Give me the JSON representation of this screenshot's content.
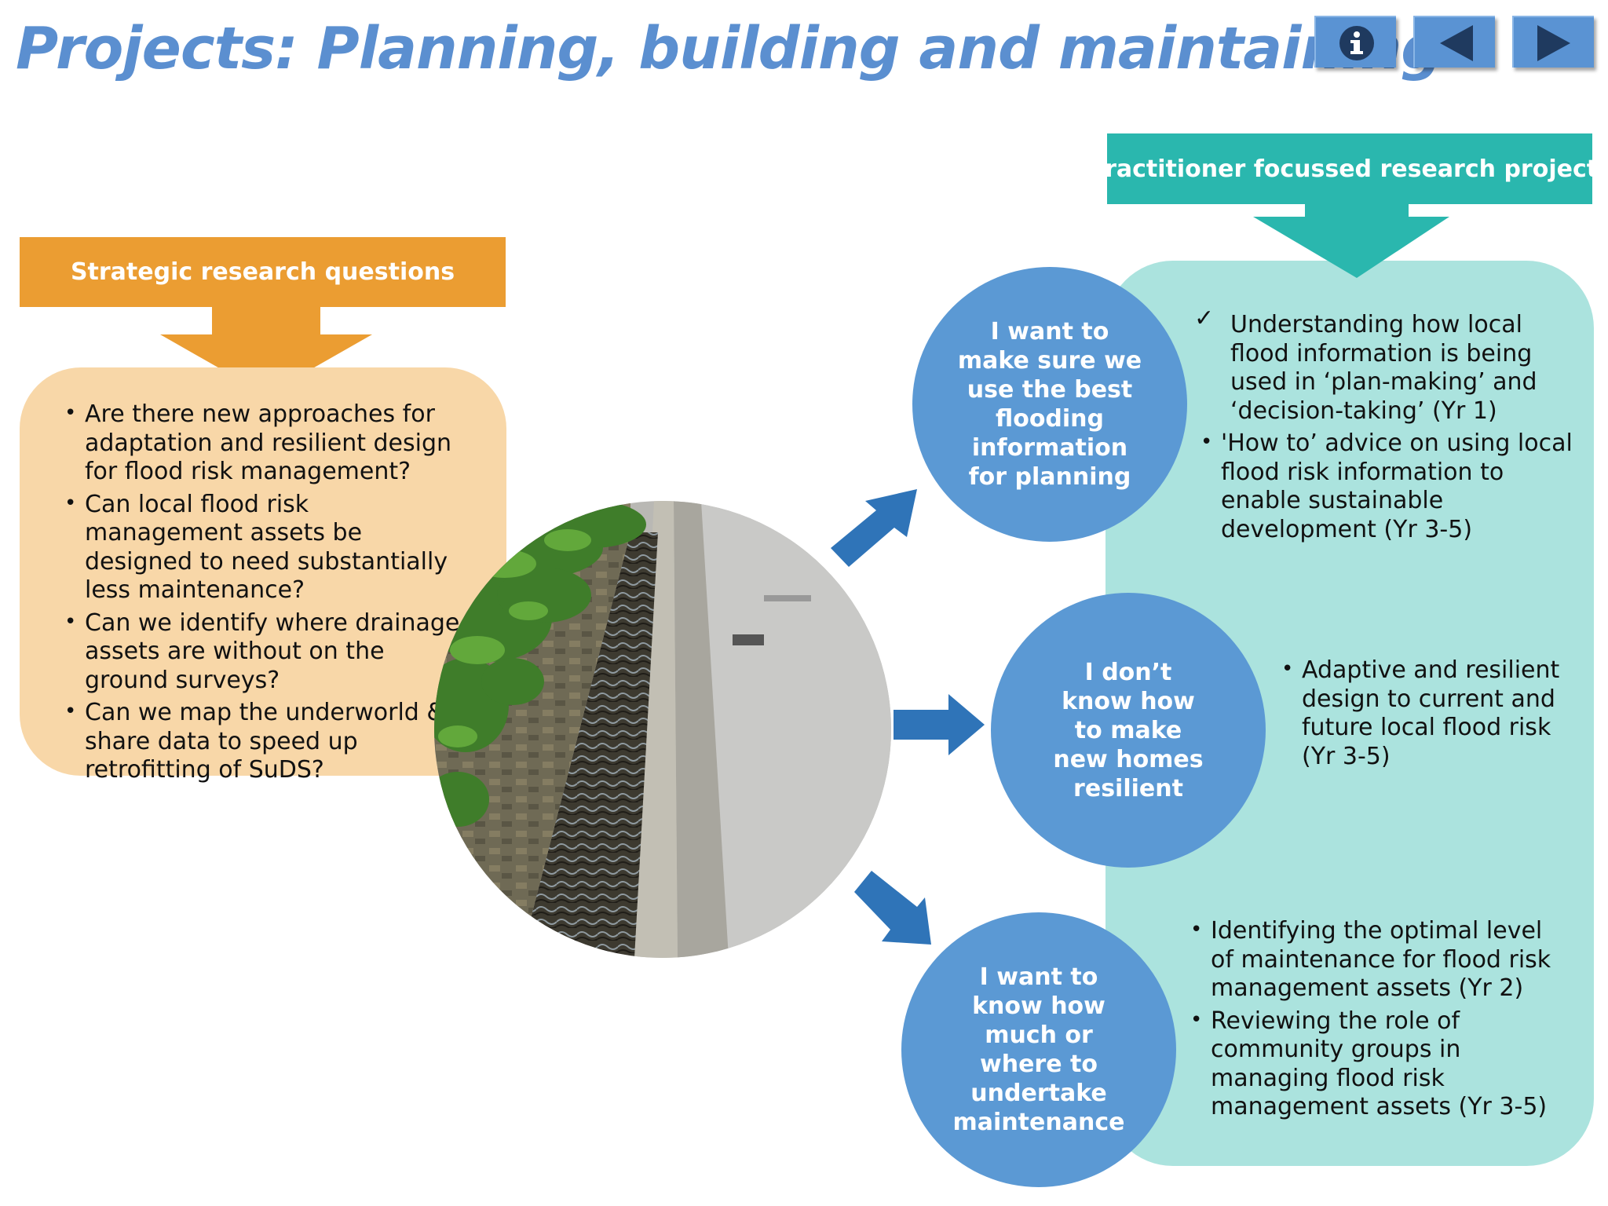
{
  "title": "Projects: Planning, building and maintaining",
  "nav": {
    "info_icon": "info-icon",
    "prev_icon": "triangle-left-icon",
    "next_icon": "triangle-right-icon"
  },
  "strategic": {
    "header": "Strategic research questions",
    "questions": [
      "Are there new approaches for adaptation and resilient design for flood risk management?",
      "Can local flood risk management assets be designed to need substantially less maintenance?",
      "Can we identify where drainage assets are without on the ground surveys?",
      "Can we map the underworld & share data to speed up retrofitting of SuDS?"
    ]
  },
  "practitioner": {
    "header": "Practitioner focussed research projects"
  },
  "needs": [
    {
      "circle": "I want to make sure we use the best flooding information for planning",
      "projects": [
        "Understanding how local flood information is being used in ‘plan-making’ and ‘decision-taking’ (Yr 1)",
        "'How to’ advice on using local flood risk information to enable sustainable development (Yr 3-5)"
      ]
    },
    {
      "circle": "I don’t know how to make new homes resilient",
      "projects": [
        "Adaptive and resilient design to current and future local flood risk (Yr 3-5)"
      ]
    },
    {
      "circle": "I want to know how much or where to undertake maintenance",
      "projects": [
        "Identifying the optimal level of maintenance for flood risk management assets (Yr 2)",
        "Reviewing the role of community groups in managing flood risk management assets (Yr 3-5)"
      ]
    }
  ],
  "colors": {
    "title": "#5b8fd0",
    "strategic_header": "#eb9d32",
    "strategic_panel": "#f8d7a8",
    "practitioner_header": "#2ab7ae",
    "practitioner_panel": "#abe3de",
    "circle": "#5b99d4",
    "arrow": "#2f74b8"
  }
}
